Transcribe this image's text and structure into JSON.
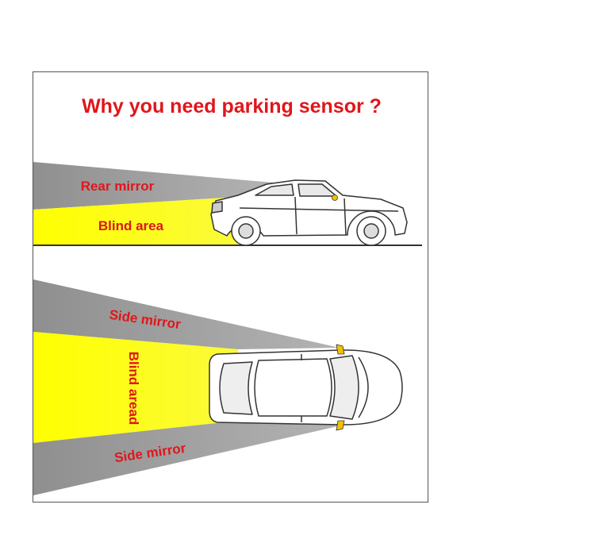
{
  "title": "Why you need parking sensor ?",
  "side_view": {
    "rear_mirror_label": "Rear mirror",
    "blind_area_label": "Blind area"
  },
  "top_view": {
    "side_mirror_top_label": "Side mirror",
    "blind_area_label": "Blind aread",
    "side_mirror_bottom_label": "Side mirror"
  },
  "colors": {
    "title": "#e0161b",
    "label": "#e0161b",
    "mirror_zone": "#999999",
    "blind_zone": "#ffff00",
    "car_body": "#ffffff",
    "outline": "#333333",
    "indicator": "#f2c200"
  }
}
